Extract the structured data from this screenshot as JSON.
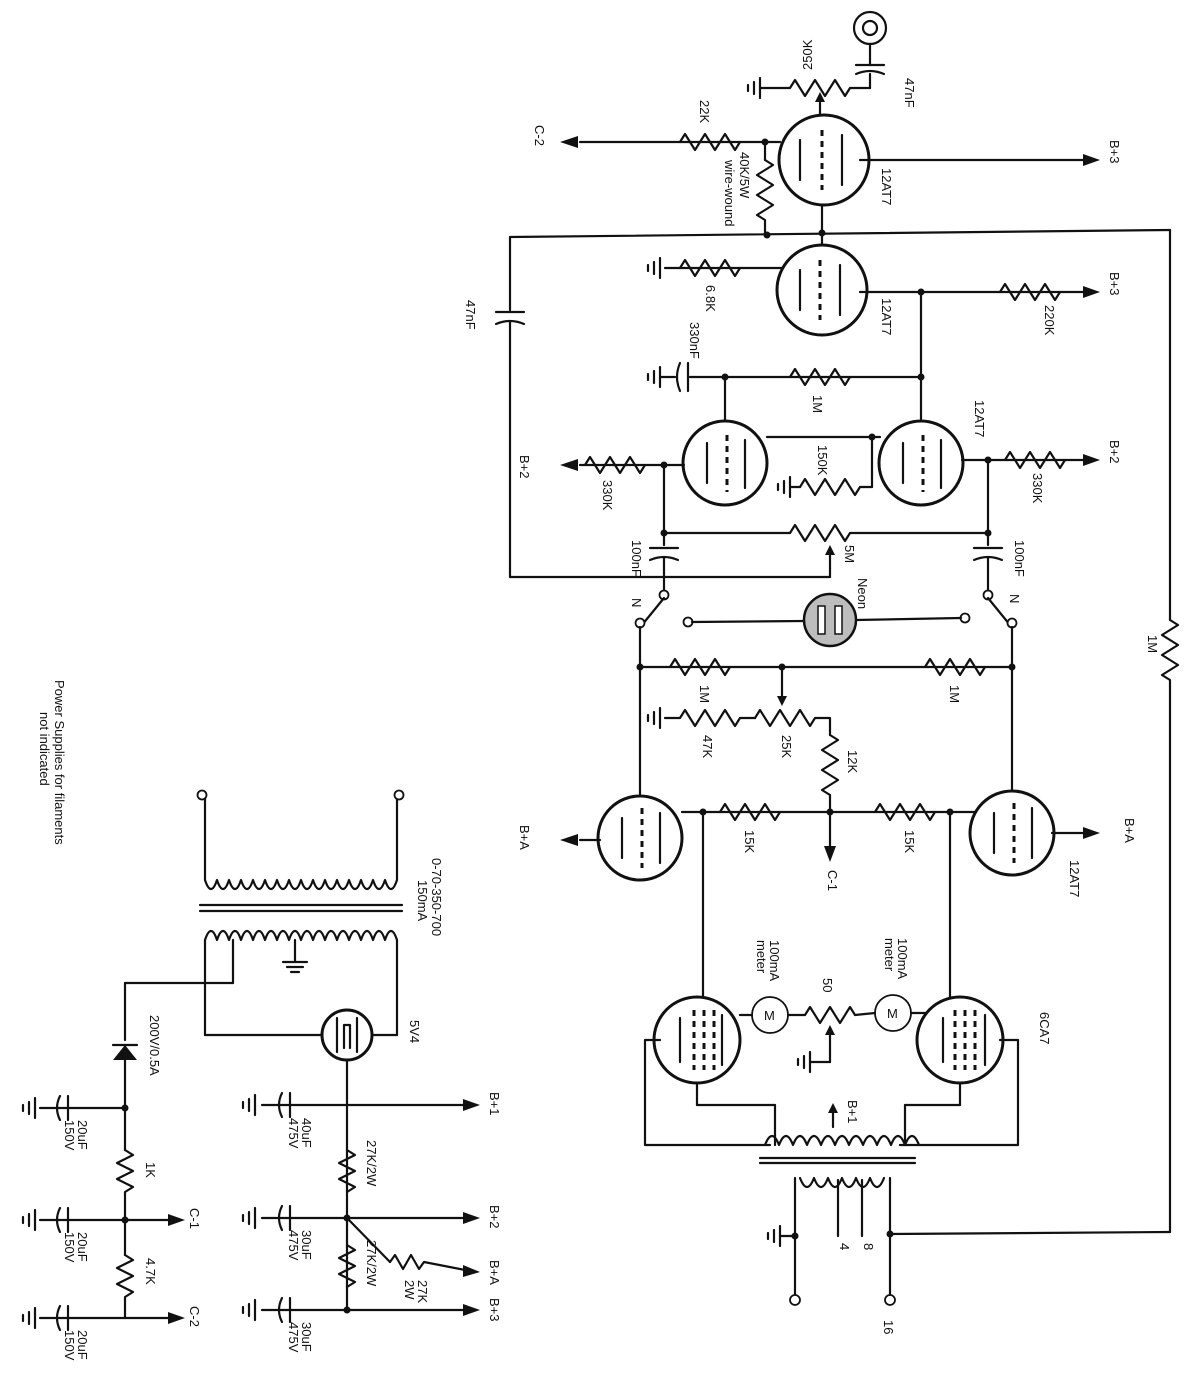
{
  "labels": {
    "r_250k": "250K",
    "c_47nf_top": "47nF",
    "r_22k": "22K",
    "r_40k_5w": "40K/5W",
    "wire_wound": "wire-wound",
    "rail_c2_top": "C-2",
    "rail_b3_top": "B+3",
    "tube_12at7_1": "12AT7",
    "r_6_8k": "6.8K",
    "tube_12at7_2": "12AT7",
    "r_220k": "220K",
    "rail_b3_mid": "B+3",
    "c_47nf_left": "47nF",
    "c_330nf": "330nF",
    "r_1m_a": "1M",
    "tube_12at7_3": "12AT7",
    "r_150k": "150K",
    "rail_b2_left": "B+2",
    "r_330k_left": "330K",
    "rail_b2_right": "B+2",
    "r_330k_right": "330K",
    "c_100nf_left": "100nF",
    "r_5m": "5M",
    "c_100nf_right": "100nF",
    "sw_n_left": "N",
    "sw_n_right": "N",
    "neon": "Neon",
    "r_1m_fb": "1M",
    "r_1m_b": "1M",
    "r_1m_c": "1M",
    "r_47k": "47K",
    "r_25k": "25K",
    "r_12k": "12K",
    "rail_ba_left": "B+A",
    "r_15k_left": "15K",
    "rail_c1_mid": "C-1",
    "r_15k_right": "15K",
    "rail_ba_right": "B+A",
    "tube_12at7_4": "12AT7",
    "meter_left_a": "100mA",
    "meter_left_b": "meter",
    "meter_right_a": "100mA",
    "meter_right_b": "meter",
    "r_50": "50",
    "meter_m1": "M",
    "meter_m2": "M",
    "tube_6ca7": "6CA7",
    "rail_b1_ot": "B+1",
    "tap_4": "4",
    "tap_8": "8",
    "tap_16": "16",
    "pt_spec_a": "0-70-350-700",
    "pt_spec_b": "150mA",
    "tube_5v4": "5V4",
    "diode_spec": "200V/0.5A",
    "r_1k": "1K",
    "r_4_7k": "4.7K",
    "rail_c1_ps": "C-1",
    "rail_c2_ps": "C-2",
    "cap_20uf_a": "20uF",
    "cap_150v_a": "150V",
    "cap_20uf_b": "20uF",
    "cap_150v_b": "150V",
    "cap_20uf_c": "20uF",
    "cap_150v_c": "150V",
    "cap_40uf": "40uF",
    "cap_475v_a": "475V",
    "cap_30uf_a": "30uF",
    "cap_475v_b": "475V",
    "cap_30uf_b": "30uF",
    "cap_475v_c": "475V",
    "r_27k_2w_a": "27K/2W",
    "r_27k_2w_b": "27K/2W",
    "r_27k_2w_c_a": "27K",
    "r_27k_2w_c_b": "2W",
    "rail_b1_ps": "B+1",
    "rail_b2_ps": "B+2",
    "rail_ba_ps": "B+A",
    "rail_b3_ps": "B+3",
    "note_a": "Power Supplies for filaments",
    "note_b": "not indicated",
    "plus": "+"
  }
}
